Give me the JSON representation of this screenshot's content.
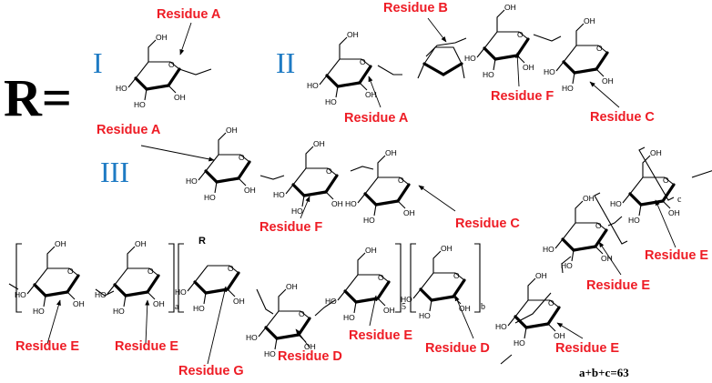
{
  "r_label": "R=",
  "structure_labels": [
    "I",
    "II",
    "III"
  ],
  "residue_label_prefix": "Residue",
  "residues": {
    "A": "Residue A",
    "B": "Residue B",
    "C": "Residue C",
    "D": "Residue D",
    "E": "Residue E",
    "F": "Residue F",
    "G": "Residue G"
  },
  "chem_labels": {
    "hydroxyl": "OH",
    "ho": "HO",
    "oxygen": "O",
    "r_group": "R"
  },
  "subscripts": {
    "a": "a",
    "b": "b",
    "c": "c",
    "five": "5"
  },
  "sum_text": "a+b+c=63",
  "colors": {
    "residue_label": "#ee1c25",
    "roman_numeral": "#1e7bc4",
    "structure": "#000000"
  }
}
